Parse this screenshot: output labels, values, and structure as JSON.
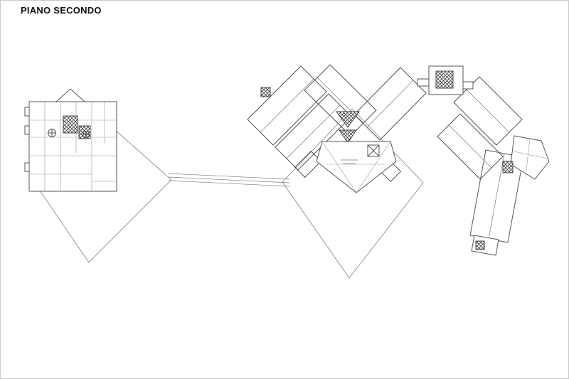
{
  "page": {
    "title": "PIANO SECONDO"
  },
  "drawing": {
    "type": "architectural floor plan",
    "floor_label": "PIANO SECONDO",
    "line_color": "#555555",
    "roof_outline_color": "#8f8f8f",
    "core_hatch_color": "#3a3a3a",
    "background_color": "#ffffff",
    "border_color": "#c9c9c9"
  }
}
